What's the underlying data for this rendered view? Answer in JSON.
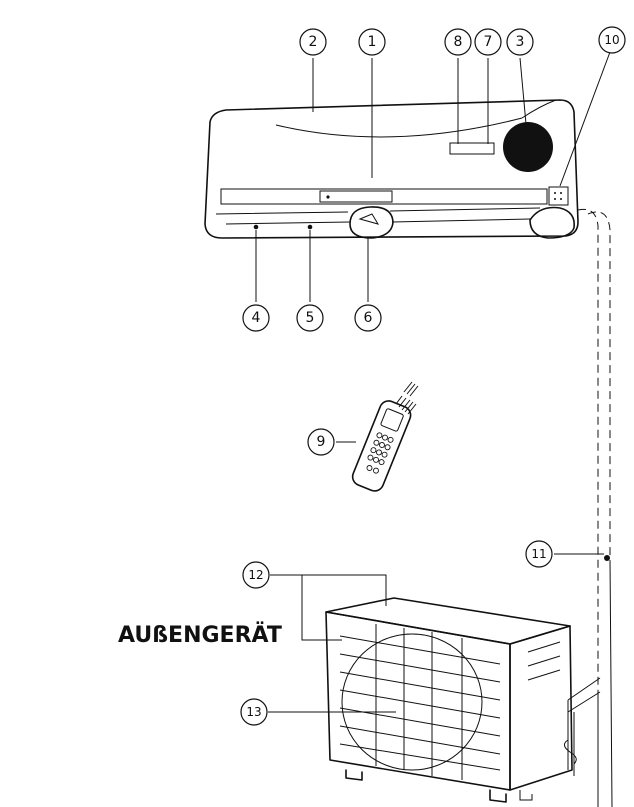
{
  "heading": "AUßENGERÄT",
  "callouts": {
    "c1": "1",
    "c2": "2",
    "c3": "3",
    "c4": "4",
    "c5": "5",
    "c6": "6",
    "c7": "7",
    "c8": "8",
    "c9": "9",
    "c10": "10",
    "c11": "11",
    "c12": "12",
    "c13": "13"
  },
  "colors": {
    "ink": "#111111",
    "background": "#ffffff"
  }
}
